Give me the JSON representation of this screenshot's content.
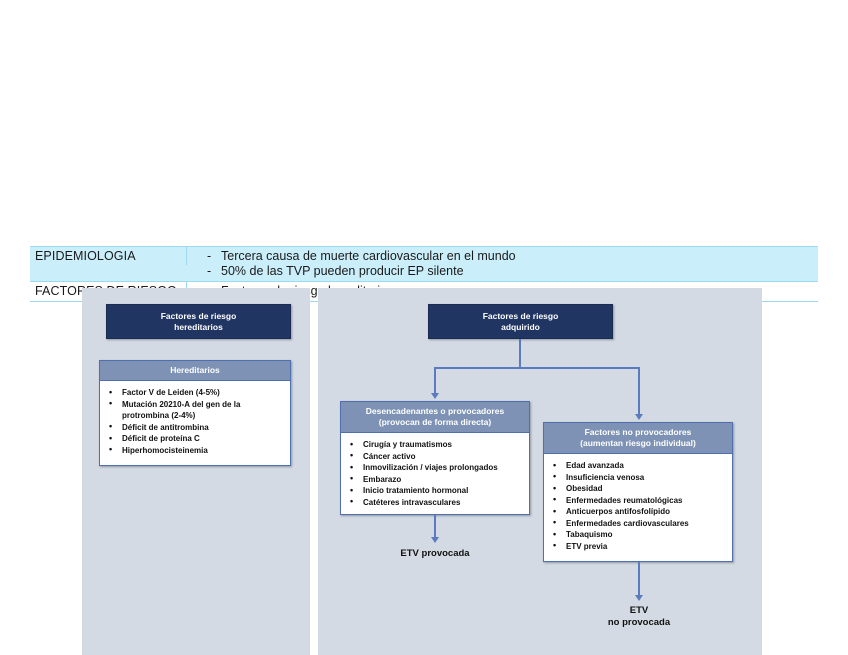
{
  "background_table": {
    "rows": [
      {
        "label": "EPIDEMIOLOGIA",
        "items": [
          "Tercera causa de muerte cardiovascular en el mundo",
          "50% de las TVP pueden producir EP silente"
        ],
        "bullet": "-"
      },
      {
        "label": "FACTORES DE RIESGO",
        "items": [
          "Factores de riesgo hereditarios"
        ],
        "bullet": "-"
      }
    ]
  },
  "diagram": {
    "hereditary_panel": {
      "header": {
        "line1": "Factores de riesgo",
        "line2": "hereditarios"
      },
      "card": {
        "title": "Hereditarios",
        "items": [
          "Factor V de Leiden (4-5%)",
          "Mutación 20210-A del gen de la protrombina (2-4%)",
          "Déficit de antitrombina",
          "Déficit de proteína C",
          "Hiperhomocisteinemia"
        ]
      }
    },
    "acquired_panel": {
      "header": {
        "line1": "Factores de riesgo",
        "line2": "adquirido"
      },
      "provoking_card": {
        "title_line1": "Desencadenantes o provocadores",
        "title_line2": "(provocan de forma directa)",
        "items": [
          "Cirugía y traumatismos",
          "Cáncer activo",
          "Inmovilización / viajes prolongados",
          "Embarazo",
          "Inicio tratamiento hormonal",
          "Catéteres intravasculares"
        ]
      },
      "nonprovoking_card": {
        "title_line1": "Factores no provocadores",
        "title_line2": "(aumentan riesgo individual)",
        "items": [
          "Edad avanzada",
          "Insuficiencia venosa",
          "Obesidad",
          "Enfermedades reumatológicas",
          "Anticuerpos antifosfolípido",
          "Enfermedades cardiovasculares",
          "Tabaquismo",
          "ETV previa"
        ]
      },
      "outcome_provoked": "ETV provocada",
      "outcome_unprovoked": {
        "line1": "ETV",
        "line2": "no provocada"
      }
    }
  },
  "colors": {
    "header_navy": "#213563",
    "card_head_blue": "#7D92B4",
    "connector_blue": "#5B7BBF",
    "panel_bg": "#D4DAE3",
    "table_row_highlight": "#CBEFFA"
  }
}
